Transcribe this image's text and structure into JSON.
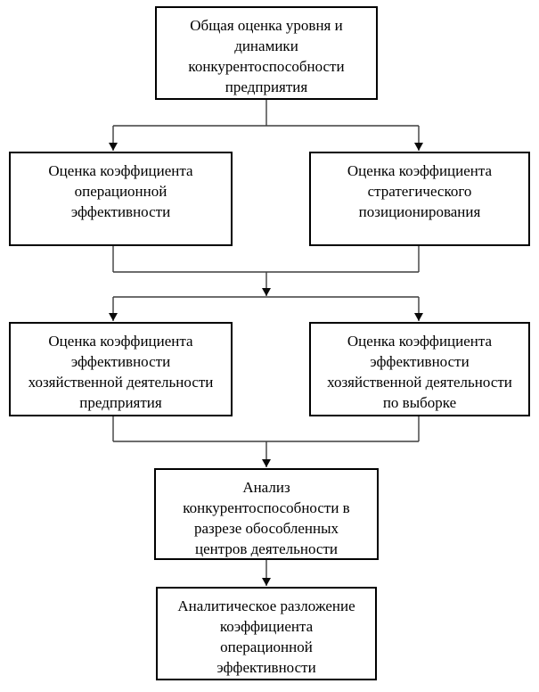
{
  "diagram": {
    "colors": {
      "background": "#ffffff",
      "node_fill": "#ffffff",
      "node_border": "#000000",
      "connector_line": "#3d3d3d",
      "arrowhead": "#0a0a0a",
      "text": "#000000"
    },
    "nodes": [
      {
        "id": "overall",
        "text": "Общая оценка уровня и\nдинамики\nконкурентоспособности\nпредприятия"
      },
      {
        "id": "operational",
        "text": "Оценка коэффициента\nоперационной\nэффективности"
      },
      {
        "id": "strategic",
        "text": "Оценка коэффициента\nстратегического\nпозиционирования"
      },
      {
        "id": "enterprise_efficiency",
        "text": "Оценка коэффициента\nэффективности\nхозяйственной деятельности\nпредприятия"
      },
      {
        "id": "sample_efficiency",
        "text": "Оценка коэффициента\nэффективности\nхозяйственной деятельности\nпо выборке"
      },
      {
        "id": "centers_analysis",
        "text": "Анализ\nконкурентоспособности в\nразрезе обособленных\nцентров деятельности"
      },
      {
        "id": "decomposition",
        "text": "Аналитическое разложение\nкоэффициента\nоперационной\nэффективности"
      }
    ],
    "edges": [
      [
        "overall",
        "operational"
      ],
      [
        "overall",
        "strategic"
      ],
      [
        "operational",
        "enterprise_efficiency"
      ],
      [
        "operational",
        "sample_efficiency"
      ],
      [
        "strategic",
        "enterprise_efficiency"
      ],
      [
        "strategic",
        "sample_efficiency"
      ],
      [
        "enterprise_efficiency",
        "centers_analysis"
      ],
      [
        "sample_efficiency",
        "centers_analysis"
      ],
      [
        "centers_analysis",
        "decomposition"
      ]
    ]
  }
}
